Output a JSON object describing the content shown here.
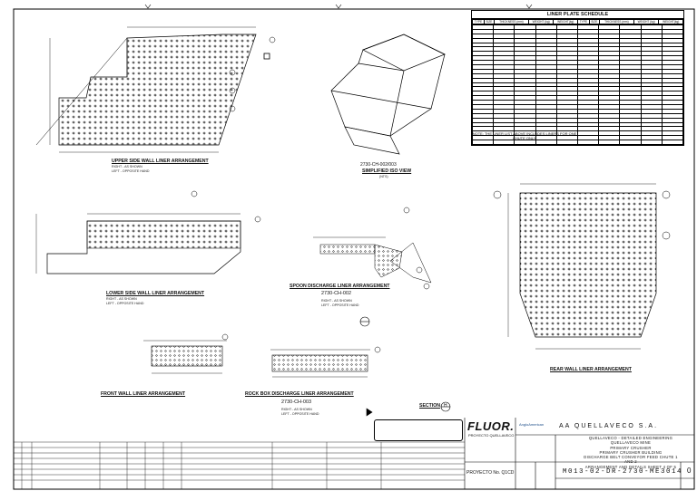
{
  "schedule": {
    "title": "LINER PLATE SCHEDULE",
    "headers": [
      "TYPE",
      "SIZE",
      "THICKNESS (mm)",
      "WEIGHT (kg)",
      "WEIGHT(kg)",
      "TYPE",
      "SIZE",
      "THICKNESS (mm)",
      "WEIGHT (kg)",
      "WEIGHT(kg)"
    ],
    "note": "NOTE: THE LINER LIST ABOVE INCLUDES LINERS FOR ONE CHUTE ONLY."
  },
  "views": {
    "upper_side": {
      "title": "UPPER SIDE WALL LINER ARRANGEMENT",
      "sub": "RIGHT - AS SHOWN\nLEFT - OPPOSITE HAND"
    },
    "isometric": {
      "ref": "2730-CH-002/003",
      "title": "SIMPLIFIED ISO VIEW",
      "scale": "(NTS)"
    },
    "lower_side": {
      "title": "LOWER SIDE WALL LINER ARRANGEMENT",
      "sub": "RIGHT - AS SHOWN\nLEFT - OPPOSITE HAND"
    },
    "spoon": {
      "title": "SPOON DISCHARGE LINER ARRANGEMENT",
      "ref": "2730-CH-002",
      "sub": "RIGHT - AS SHOWN\nLEFT - OPPOSITE HAND"
    },
    "rear": {
      "title": "REAR WALL LINER ARRANGEMENT"
    },
    "front": {
      "title": "FRONT WALL LINER ARRANGEMENT"
    },
    "rock_box": {
      "title": "ROCK BOX DISCHARGE LINER ARRANGEMENT",
      "ref": "2730-CH-003",
      "sub": "RIGHT - AS SHOWN\nLEFT - OPPOSITE HAND"
    },
    "section": {
      "title": "SECTION",
      "mark": "H"
    }
  },
  "title_block": {
    "fluor": "FLUOR.",
    "fluor_sub": "PROYECTO QUELLAVECO",
    "client_logo": "AngloAmerican",
    "client": "AA QUELLAVECO S.A.",
    "description": [
      "QUELLAVECO - DETAILED ENGINEERING",
      "QUELLAVECO MINE",
      "PRIMARY CRUSHER",
      "PRIMARY CRUSHER BUILDING",
      "DISCHARGE BELT CONVEYOR FEED CHUTE 1 AND 2",
      "ARRANGEMENT AND DETAILS SHEET 4 OF 5"
    ],
    "project_no": "PROYECTO No. Q1CD",
    "drawing_no": "M013-02-DR-2730-ME3014",
    "revision": "0"
  }
}
